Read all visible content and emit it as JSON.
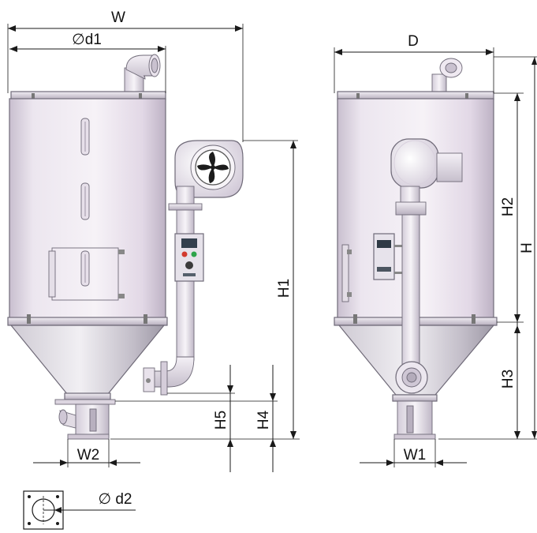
{
  "labels": {
    "W": "W",
    "d1": "∅d1",
    "D": "D",
    "H": "H",
    "H1": "H1",
    "H2": "H2",
    "H3": "H3",
    "H4": "H4",
    "H5": "H5",
    "W1": "W1",
    "W2": "W2",
    "d2": "∅ d2"
  },
  "colors": {
    "body_light": "#f3eef5",
    "body_mid": "#ddd3e2",
    "body_dark": "#b9aec2",
    "cone_light": "#eceaf0",
    "cone_dark": "#a9a4b0",
    "pipe_light": "#f2eef4",
    "pipe_dark": "#c4bccb",
    "control_panel": "#8d9aa6",
    "red_light": "#d23a2e",
    "green_light": "#2da44a"
  }
}
